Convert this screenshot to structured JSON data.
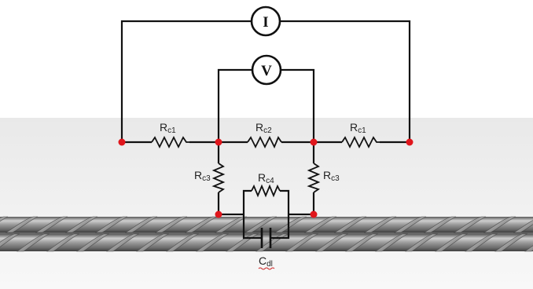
{
  "meters": {
    "current": "I",
    "voltage": "V"
  },
  "resistors": {
    "rc1_left": {
      "main": "R",
      "sub": "c1"
    },
    "rc2": {
      "main": "R",
      "sub": "c2"
    },
    "rc1_right": {
      "main": "R",
      "sub": "c1"
    },
    "rc3_left": {
      "main": "R",
      "sub": "c3"
    },
    "rc3_right": {
      "main": "R",
      "sub": "c3"
    },
    "rc4": {
      "main": "R",
      "sub": "c4"
    }
  },
  "capacitor": {
    "main": "C",
    "sub": "dl"
  },
  "colors": {
    "wire": "#111111",
    "node": "#e0161c",
    "concrete_top": "#ececec",
    "concrete_bottom": "#f7f7f7",
    "rebar": "#8a8a8a",
    "underline": "#cc2222"
  }
}
